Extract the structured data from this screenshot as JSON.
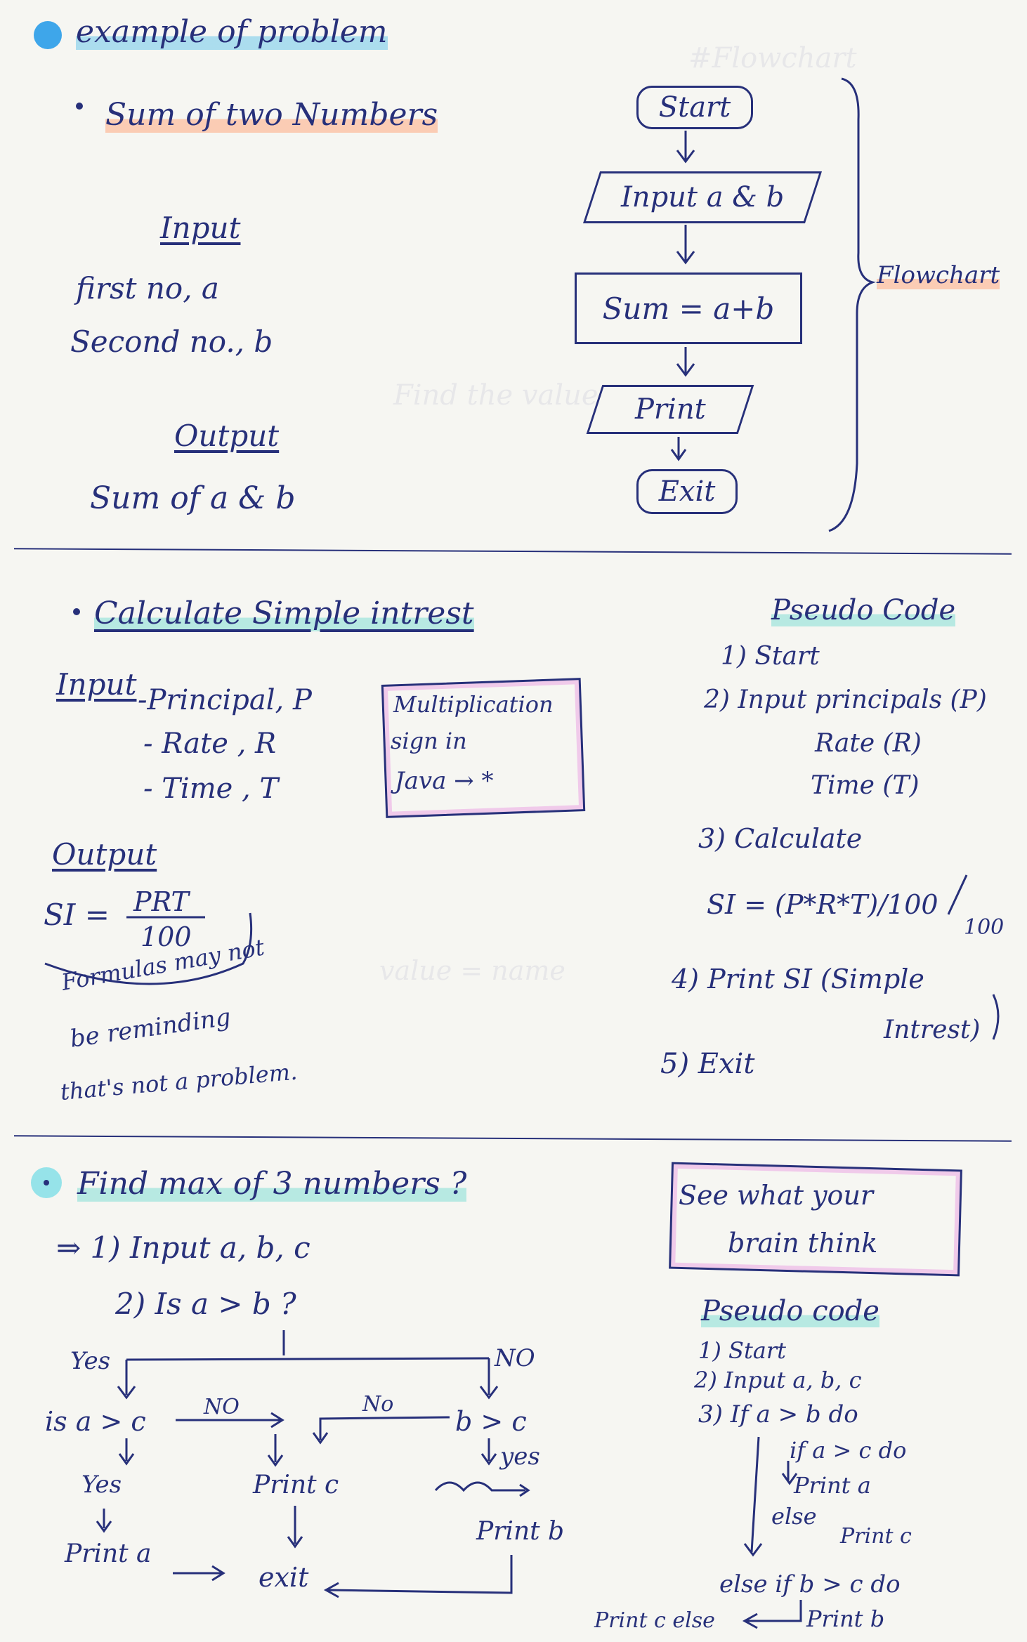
{
  "s1": {
    "heading": "example of problem",
    "title": "Sum of two Numbers",
    "input_label": "Input",
    "input_first": "first no, a",
    "input_second": "Second no., b",
    "output_label": "Output",
    "output_value": "Sum of  a & b",
    "flowchart": [
      "Start",
      "Input  a & b",
      "Sum = a+b",
      "Print",
      "Exit"
    ],
    "flowchart_label": "Flowchart"
  },
  "s2": {
    "title": "Calculate Simple intrest",
    "input_label": "Input",
    "input_items": [
      "-Principal, P",
      "- Rate , R",
      "- Time , T"
    ],
    "callout": [
      "Multiplication",
      "sign in",
      "Java  →  *"
    ],
    "output_label": "Output",
    "formula_left": "SI = ",
    "formula_num": "PRT",
    "formula_den": "100",
    "note": [
      "Formulas may not",
      "be reminding",
      "that's not a problem."
    ],
    "pseudo_title": "Pseudo Code",
    "pseudo_lines": [
      "1) Start",
      "2) Input principals (P)",
      "Rate (R)",
      "Time (T)",
      "3) Calculate",
      "SI = (P*R*T)/100",
      "4) Print SI (Simple",
      "Intrest)",
      "5) Exit"
    ]
  },
  "s3": {
    "title": "Find max of 3 numbers ?",
    "step1": "⇒ 1) Input  a, b, c",
    "step2": "2) Is  a > b ?",
    "yes": "Yes",
    "no": "NO",
    "is_a_gt_c": "is a > c",
    "no_label_1": "NO",
    "no_label_2": "No",
    "b_gt_c": "b > c",
    "yes2": "yes",
    "yes3": "Yes",
    "print_c": "Print c",
    "print_b": "Print b",
    "print_a": "Print a",
    "exit": "exit",
    "callout": [
      "See what your",
      "brain think"
    ],
    "pseudo_title": "Pseudo code",
    "pseudo_lines": [
      "1) Start",
      "2) Input a, b, c",
      "3)  If a > b do",
      "if a > c do",
      "Print a",
      "else",
      "Print c",
      "else  if b > c do",
      "Print b",
      "Print c else"
    ]
  }
}
